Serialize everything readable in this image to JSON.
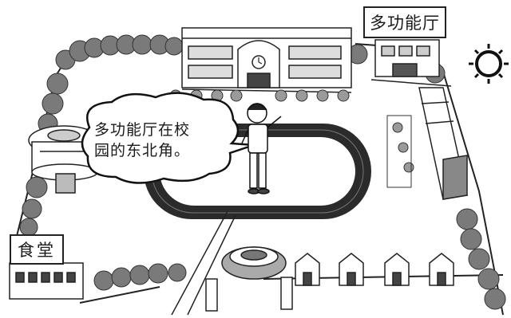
{
  "labels": {
    "multipurpose_hall": "多功能厅",
    "canteen": "食堂"
  },
  "speech_bubble": {
    "line1": "多功能厅在校",
    "line2": "园的东北角。"
  },
  "colors": {
    "ink": "#1a1a1a",
    "tree": "#6f6f6f",
    "track": "#2b2b2b",
    "paper": "#ffffff"
  },
  "icons": [
    "sun-icon",
    "clock-icon"
  ]
}
